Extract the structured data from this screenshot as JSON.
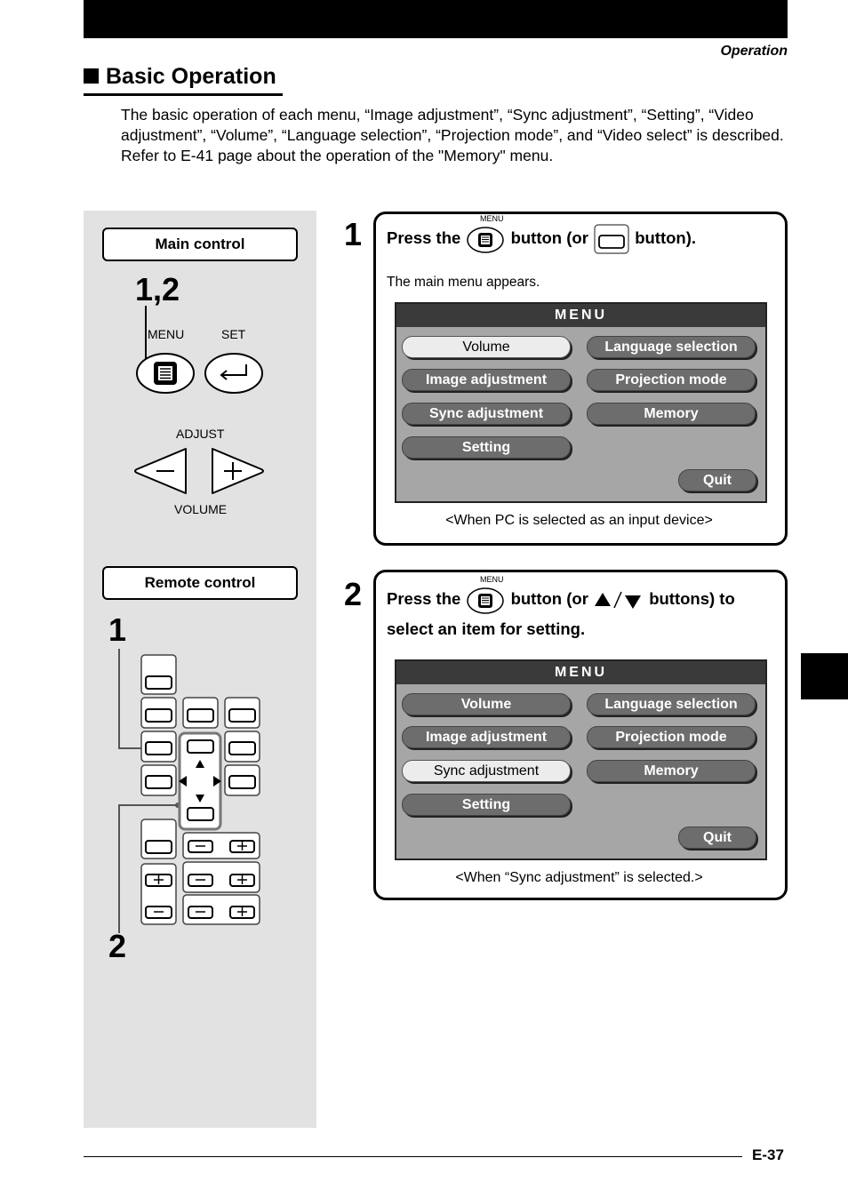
{
  "header": {
    "running_title": "Operation"
  },
  "section": {
    "title": "Basic Operation",
    "intro": "The basic operation of each menu, “Image adjustment”, “Sync adjustment”, “Setting”, “Video adjustment”, “Volume”, “Language selection”,  “Projection mode”, and “Video select” is described. Refer to E-41 page about the operation of the \"Memory\" menu."
  },
  "left_panel": {
    "main_control": {
      "label": "Main control",
      "step_ref": "1,2",
      "menu_label": "MENU",
      "set_label": "SET",
      "adjust_label": "ADJUST",
      "volume_label": "VOLUME"
    },
    "remote_control": {
      "label": "Remote control",
      "step1_ref": "1",
      "step2_ref": "2"
    }
  },
  "step1": {
    "number": "1",
    "menu_small": "MENU",
    "text_a": "Press the",
    "text_b": "button (or",
    "text_c": "button).",
    "note": "The main menu appears.",
    "menu": {
      "title": "MENU",
      "buttons": [
        "Volume",
        "Language selection",
        "Image adjustment",
        "Projection mode",
        "Sync adjustment",
        "Memory",
        "Setting",
        "Quit"
      ]
    },
    "caption": "<When PC is selected as an input device>"
  },
  "step2": {
    "number": "2",
    "menu_small": "MENU",
    "text_a": "Press the",
    "text_b": "button (or",
    "text_c": "buttons) to",
    "text_d": "select an item for setting.",
    "menu": {
      "title": "MENU",
      "buttons": [
        "Volume",
        "Language selection",
        "Image adjustment",
        "Projection mode",
        "Sync adjustment",
        "Memory",
        "Setting",
        "Quit"
      ]
    },
    "caption": "<When “Sync adjustment” is selected.>"
  },
  "footer": {
    "page_number": "E-37"
  }
}
